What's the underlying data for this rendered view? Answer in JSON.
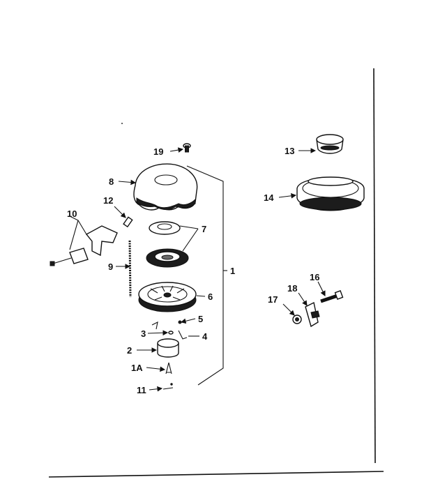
{
  "callouts": {
    "c1": "1",
    "c1a": "1A",
    "c2": "2",
    "c3": "3",
    "c4": "4",
    "c5": "5",
    "c6": "6",
    "c7": "7",
    "c8": "8",
    "c9": "9",
    "c10": "10",
    "c11": "11",
    "c12": "12",
    "c13": "13",
    "c14": "14",
    "c16": "16",
    "c17": "17",
    "c18": "18",
    "c19": "19"
  }
}
